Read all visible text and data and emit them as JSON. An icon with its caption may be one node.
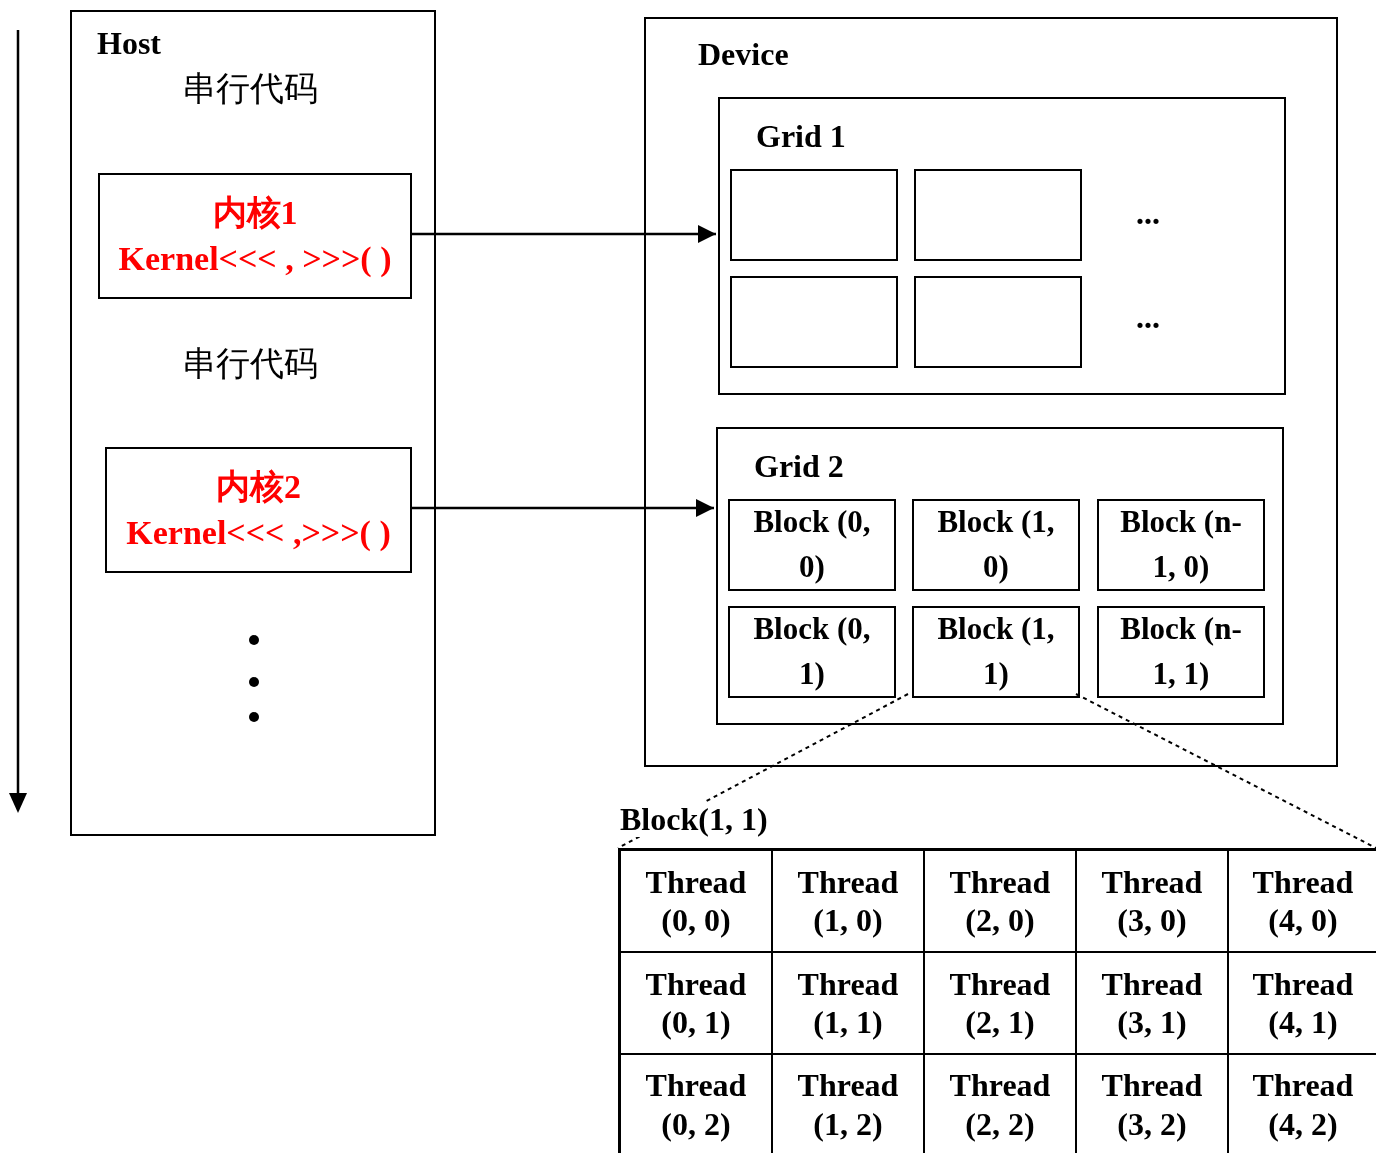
{
  "diagram": {
    "nodes": [
      {
        "text": [
          "Host",
          "串行代码",
          "串行代码"
        ]
      },
      {
        "text": [
          "内核1",
          "Kernel<<< , >>>( )"
        ],
        "in": 0
      },
      {
        "text": [
          "内核2",
          "Kernel<<< ,>>>( )"
        ],
        "in": 0
      },
      {
        "text": [
          "Device"
        ]
      },
      {
        "text": [
          "Grid 1"
        ],
        "in": 3
      },
      {
        "text": [],
        "shape": "box",
        "in": 4
      },
      {
        "text": [],
        "shape": "box",
        "in": 4
      },
      {
        "text": [],
        "shape": "box",
        "in": 4
      },
      {
        "text": [],
        "shape": "box",
        "in": 4
      },
      {
        "text": [
          "Grid 2"
        ],
        "in": 3
      },
      {
        "text": [
          "Block (0, 0)"
        ],
        "in": 9
      },
      {
        "text": [
          "Block (1, 0)"
        ],
        "in": 9
      },
      {
        "text": [
          "Block (n-1, 0)"
        ],
        "in": 9
      },
      {
        "text": [
          "Block (0, 1)"
        ],
        "in": 9
      },
      {
        "text": [
          "Block (1, 1)"
        ],
        "in": 9
      },
      {
        "text": [
          "Block (n-1, 1)"
        ],
        "in": 9
      },
      {
        "text": [
          "Block(1, 1)"
        ]
      },
      {
        "text": [
          "Thread (0, 0)"
        ],
        "in": 16
      },
      {
        "text": [
          "Thread (1, 0)"
        ],
        "in": 16
      },
      {
        "text": [
          "Thread (2, 0)"
        ],
        "in": 16
      },
      {
        "text": [
          "Thread (3, 0)"
        ],
        "in": 16
      },
      {
        "text": [
          "Thread (4, 0)"
        ],
        "in": 16
      },
      {
        "text": [
          "Thread (0, 1)"
        ],
        "in": 16
      },
      {
        "text": [
          "Thread (1, 1)"
        ],
        "in": 16
      },
      {
        "text": [
          "Thread (2, 1)"
        ],
        "in": 16
      },
      {
        "text": [
          "Thread (3, 1)"
        ],
        "in": 16
      },
      {
        "text": [
          "Thread (4, 1)"
        ],
        "in": 16
      },
      {
        "text": [
          "Thread (0, 2)"
        ],
        "in": 16
      },
      {
        "text": [
          "Thread (1, 2)"
        ],
        "in": 16
      },
      {
        "text": [
          "Thread (2, 2)"
        ],
        "in": 16
      },
      {
        "text": [
          "Thread (3, 2)"
        ],
        "in": 16
      },
      {
        "text": [
          "Thread (4, 2)"
        ],
        "in": 16
      }
    ],
    "edges": [
      {
        "from": 1,
        "to": 4,
        "arrow": "to"
      },
      {
        "from": 2,
        "to": 9,
        "arrow": "to"
      },
      {
        "from": 14,
        "to": 16,
        "arrow": "none",
        "style": "dashed"
      },
      {
        "from": 14,
        "to": 16,
        "arrow": "none",
        "style": "dashed"
      }
    ],
    "labels": [
      "...",
      "..."
    ]
  }
}
